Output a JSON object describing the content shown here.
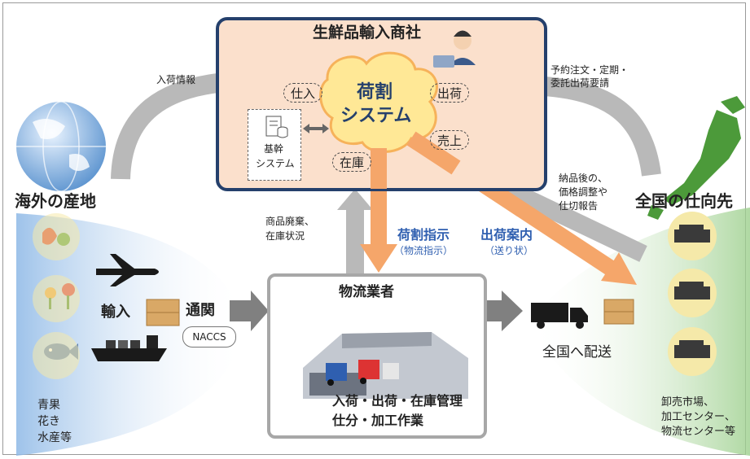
{
  "company": {
    "title": "生鮮品輸入商社"
  },
  "system": {
    "line1": "荷割",
    "line2": "システム"
  },
  "tags": {
    "purchase": "仕入",
    "shipping": "出荷",
    "inventory": "在庫",
    "sales": "売上"
  },
  "core_system": {
    "line1": "基幹",
    "line2": "システム"
  },
  "left": {
    "title": "海外の産地",
    "arrival_info": "入荷情報",
    "import": "輸入",
    "customs": "通関",
    "naccs": "NACCS",
    "products": [
      "青果",
      "花き",
      "水産等"
    ]
  },
  "right": {
    "title": "全国の仕向先",
    "requests": [
      "予約注文・定期・",
      "委託出荷要請"
    ],
    "after_delivery": [
      "納品後の、",
      "価格調整や",
      "仕切報告"
    ],
    "delivery": "全国へ配送",
    "destinations": [
      "卸売市場、",
      "加工センター、",
      "物流センター等"
    ]
  },
  "middle": {
    "disposal": [
      "商品廃棄、",
      "在庫状況"
    ],
    "split_instruction": "荷割指示",
    "split_instruction_sub": "（物流指示）",
    "shipping_notice": "出荷案内",
    "shipping_notice_sub": "（送り状）"
  },
  "logistics": {
    "title": "物流業者",
    "line1": "入荷・出荷・在庫管理",
    "line2": "仕分・加工作業"
  },
  "colors": {
    "navy": "#25406c",
    "orange": "#f5a66a",
    "gray_arrow": "#b9b9b9",
    "peach": "#fbe0cc",
    "cream": "#f5e9a9"
  }
}
